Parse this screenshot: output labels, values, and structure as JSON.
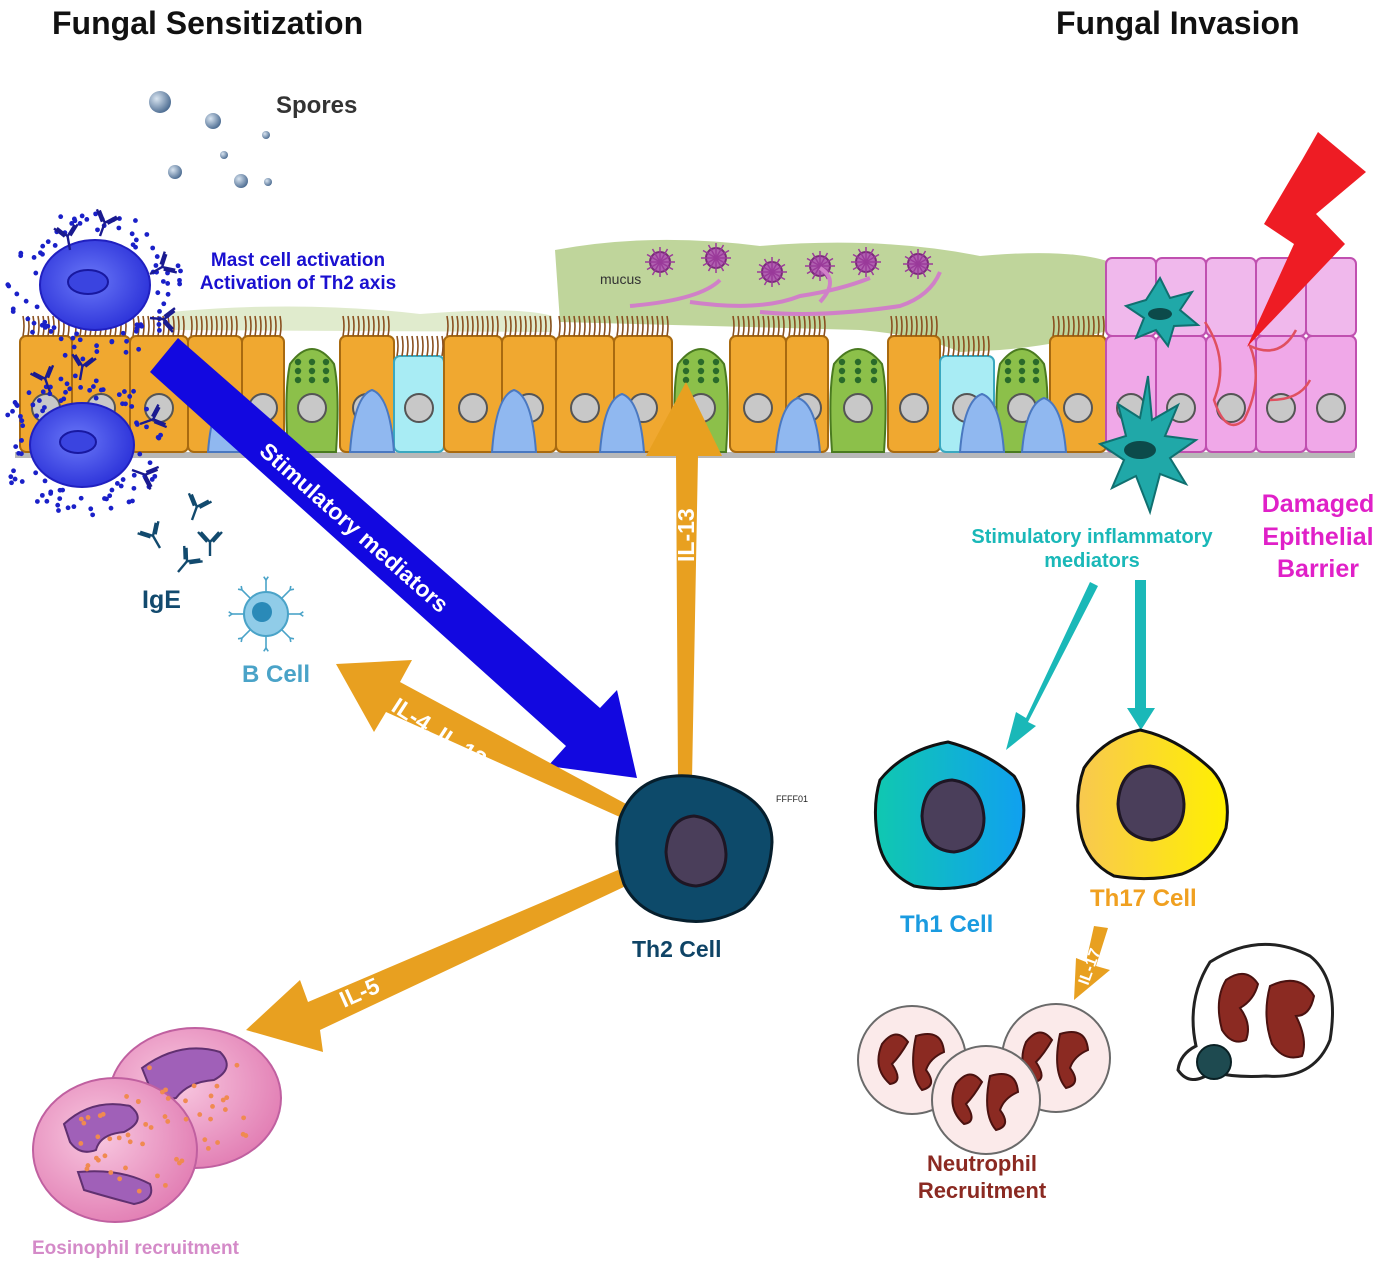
{
  "titles": {
    "left": "Fungal Sensitization",
    "right": "Fungal Invasion"
  },
  "labels": {
    "spores": "Spores",
    "mast_line1": "Mast cell activation",
    "mast_line2": "Activation of Th2 axis",
    "mucus": "mucus",
    "stimulatory_mediators": "Stimulatory mediators",
    "il13": "IL-13",
    "il4_il13": "IL-4, IL-13",
    "il5": "IL-5",
    "il17": "IL-17",
    "ige": "IgE",
    "b_cell": "B Cell",
    "th2_cell": "Th2 Cell",
    "th1_cell": "Th1 Cell",
    "th17_cell": "Th17 Cell",
    "tiny_code": "FFFF01",
    "inflam_line1": "Stimulatory inflammatory",
    "inflam_line2": "mediators",
    "damaged_line1": "Damaged",
    "damaged_line2": "Epithelial",
    "damaged_line3": "Barrier",
    "neutrophil_line1": "Neutrophil",
    "neutrophil_line2": "Recruitment",
    "eosinophil": "Eosinophil recruitment"
  },
  "colors": {
    "stimulatory_arrow": "#1208e0",
    "cytokine_arrow": "#e8a020",
    "inflammatory_arrow": "#1ab8b8",
    "lightning": "#ee1c24",
    "epithelial_cell": "#f0a830",
    "goblet_cell": "#8cc04a",
    "damaged_cell": "#f0a8e8",
    "mucus": "#b8d090",
    "th2_cell": "#0d4a6a",
    "neutrophil_nucleus": "#8b2a22"
  }
}
